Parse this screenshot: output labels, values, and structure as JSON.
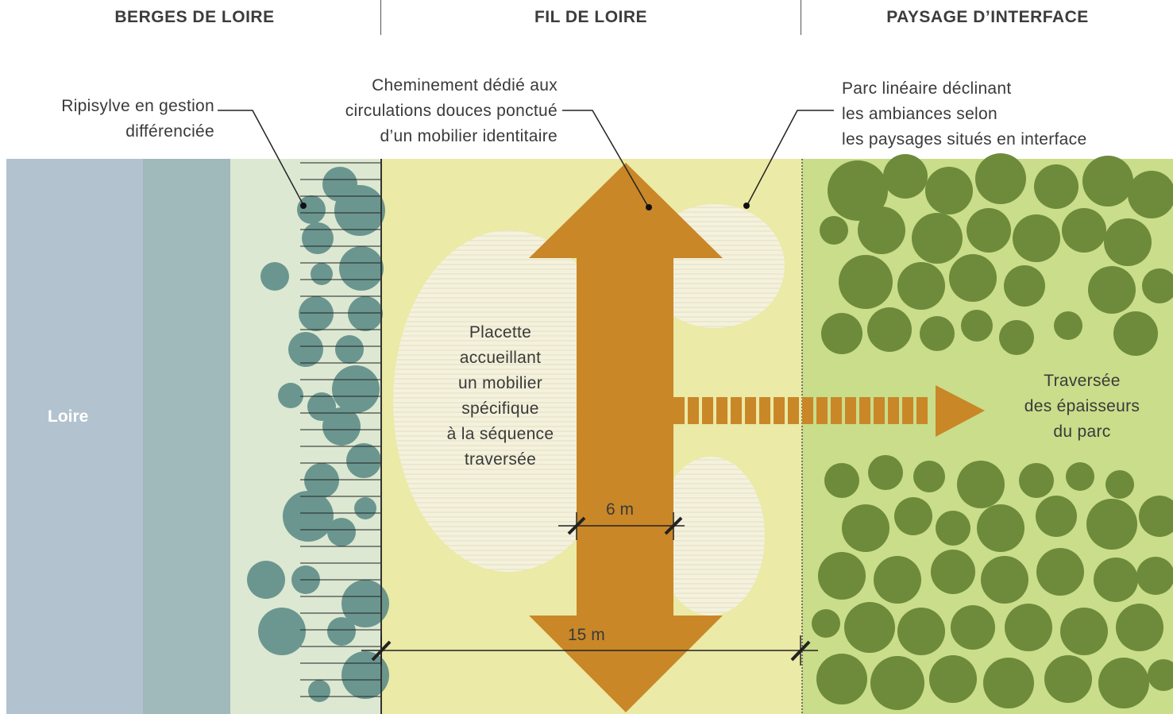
{
  "headers": {
    "berges": "BERGES DE LOIRE",
    "fil": "FIL DE LOIRE",
    "paysage": "PAYSAGE D’INTERFACE"
  },
  "annotations": {
    "ripisylve": [
      "Ripisylve en gestion",
      "différenciée"
    ],
    "cheminement": [
      "Cheminement dédié aux",
      "circulations douces ponctué",
      "d’un mobilier identitaire"
    ],
    "parc": [
      "Parc linéaire déclinant",
      "les ambiances selon",
      "les paysages situés en interface"
    ],
    "placette": [
      "Placette",
      "accueillant",
      "un mobilier",
      "spécifique",
      "à la séquence",
      "traversée"
    ],
    "traversee": [
      "Traversée",
      "des épaisseurs",
      "du parc"
    ],
    "loire": "Loire"
  },
  "dimensions": {
    "inner": "6 m",
    "outer": "15 m"
  },
  "colors": {
    "loire_water": "#b2c3cf",
    "bank_water": "#a0b9ba",
    "bank_light": "#dce8d2",
    "fil_fill": "#ebeaa6",
    "paysage_fill": "#c9dd8a",
    "tree_dark": "#6d8b3b",
    "tree_bank": "#5f8e88",
    "arrow": "#c98728",
    "placette": "#f2f0dc"
  }
}
